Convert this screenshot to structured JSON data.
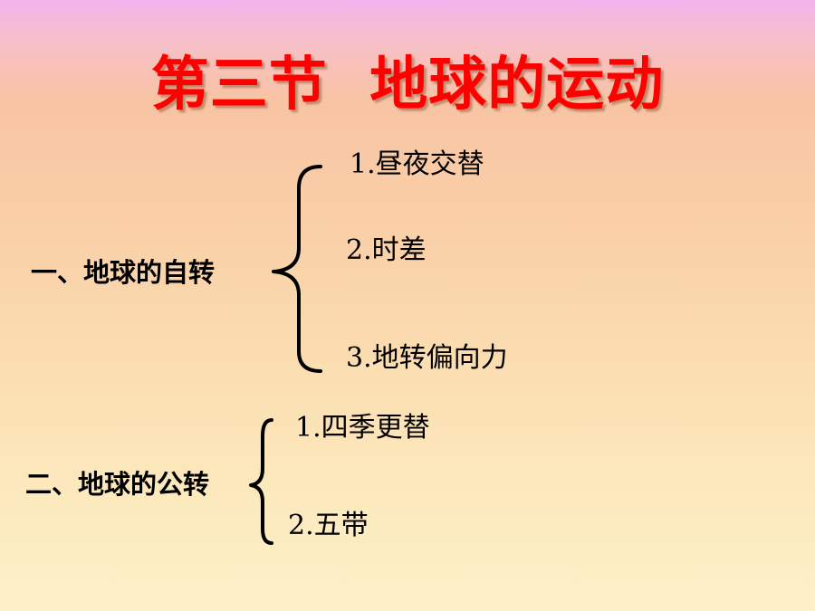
{
  "slide": {
    "title": "第三节  地球的运动",
    "title_color": "#ff0000"
  },
  "sections": [
    {
      "heading": "一、地球的自转",
      "items": [
        "1.昼夜交替",
        "2.时差",
        "3.地转偏向力"
      ]
    },
    {
      "heading": "二、地球的公转",
      "items": [
        "1.四季更替",
        "2.五带"
      ]
    }
  ]
}
